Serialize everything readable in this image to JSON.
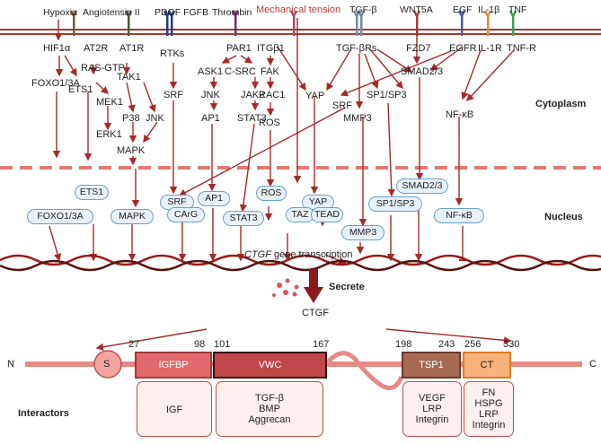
{
  "ligands": [
    "Hypoxia",
    "Angiotensin II",
    "PDGF FGFB",
    "Thrombin",
    "Mechanical tension",
    "TGF-β",
    "WNT5A",
    "EGF",
    "IL-1β",
    "TNF"
  ],
  "receptors": {
    "at2r": "AT2R",
    "at1r": "AT1R",
    "rtks": "RTKs",
    "par1": "PAR1",
    "itgb1": "ITGβ1",
    "tgfbrs": "TGF-βRs",
    "fzd7": "FZD7",
    "egfr": "EGFR",
    "il1r": "IL-1R",
    "tnfr": "TNF-R"
  },
  "cyto": {
    "hif1a": "HIF1α",
    "ets1": "ETS1",
    "foxo": "FOXO1/3A",
    "rasgtp": "RAS-GTP",
    "mek1": "MEK1",
    "erk1": "ERK1",
    "tak1": "TAK1",
    "p38": "P38",
    "jnk1": "JNK",
    "mapk": "MAPK",
    "srf": "SRF",
    "ask1": "ASK1",
    "csrc": "C-SRC",
    "jnk2": "JNK",
    "ap1": "AP1",
    "jak2": "JAK2",
    "stat3": "STAT3",
    "fak": "FAK",
    "rac1": "RAC1",
    "ros": "ROS",
    "yap": "YAP",
    "srf2": "SRF",
    "mmp3": "MMP3",
    "sp1": "SP1/SP3",
    "smad": "SMAD2/3",
    "nfkb": "NF-κB"
  },
  "nucleus": {
    "foxo": "FOXO1/3A",
    "ets1": "ETS1",
    "mapk": "MAPK",
    "srf": "SRF",
    "carg": "CArG",
    "ap1": "AP1",
    "stat3": "STAT3",
    "ros": "ROS",
    "yap": "YAP",
    "taz": "TAZ",
    "tead": "TEAD",
    "mmp3": "MMP3",
    "sp1": "SP1/SP3",
    "smad": "SMAD2/3",
    "nfkb": "NF-κB"
  },
  "labels": {
    "cytoplasm": "Cytoplasm",
    "nucleus": "Nucleus",
    "transcription_gene": "CTGF",
    "transcription_rest": " gene transcription",
    "secrete": "Secrete",
    "ctgf": "CTGF",
    "n": "N",
    "c": "C",
    "interactors": "Interactors"
  },
  "domains": {
    "s": "S",
    "igfbp": "IGFBP",
    "vwc": "VWC",
    "tsp1": "TSP1",
    "ct": "CT"
  },
  "positions": [
    "27",
    "98",
    "101",
    "167",
    "198",
    "243",
    "256",
    "330"
  ],
  "interactors": {
    "igf": "IGF",
    "vwc": [
      "TGF-β",
      "BMP",
      "Aggrecan"
    ],
    "tsp1": [
      "VEGF",
      "LRP",
      "Integrin"
    ],
    "ct": [
      "FN",
      "HSPG",
      "LRP",
      "Integrin"
    ]
  },
  "colors": {
    "membrane": "#a13a36",
    "arrow": "#a52a2a",
    "mechanical": "#c0392b",
    "igfbp": "#e06a6a",
    "vwc": "#c0474a",
    "tsp1": "#a56b52",
    "ct": "#f6b27a",
    "box_border": "#6a9fd0"
  }
}
